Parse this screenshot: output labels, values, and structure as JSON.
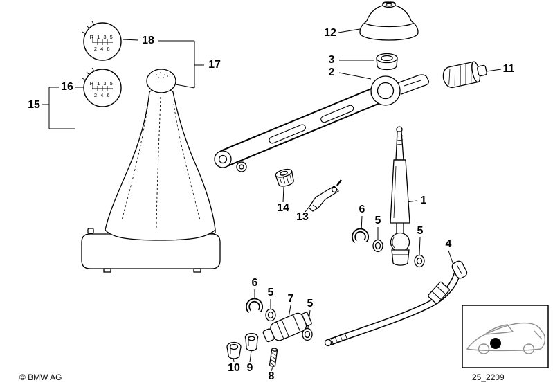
{
  "meta": {
    "copyright": "© BMW AG",
    "diagram_code": "25_2209"
  },
  "knobs": {
    "top": {
      "row1": "R 1 3 5",
      "row2": "2 4 6"
    },
    "bottom": {
      "row1": "R 1 3 5",
      "row2": "2 4 6"
    }
  },
  "labels": {
    "n18": "18",
    "n17": "17",
    "n16": "16",
    "n15": "15",
    "n12": "12",
    "n3": "3",
    "n2": "2",
    "n11": "11",
    "n14": "14",
    "n13": "13",
    "n6a": "6",
    "n5a": "5",
    "n1": "1",
    "n5b": "5",
    "n4": "4",
    "n6b": "6",
    "n5c": "5",
    "n7": "7",
    "n5d": "5",
    "n10": "10",
    "n9": "9",
    "n8": "8"
  }
}
